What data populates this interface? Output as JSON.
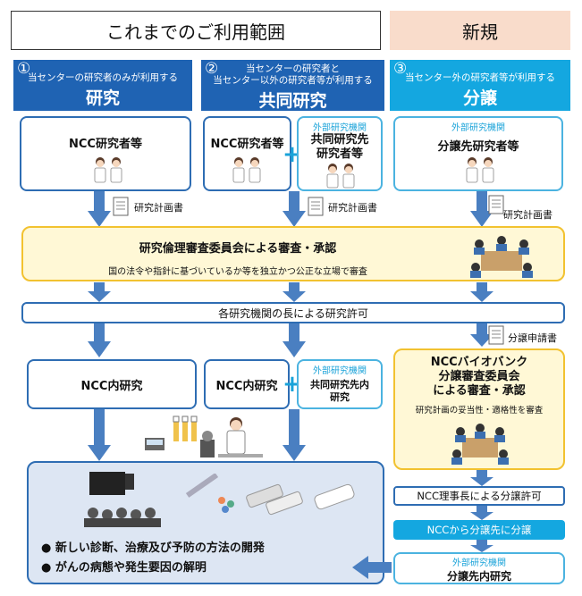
{
  "header": {
    "current_scope": "これまでのご利用範囲",
    "new_label": "新規"
  },
  "columns": [
    {
      "num": "①",
      "sub": "当センターの研究者のみが利用する",
      "title": "研究",
      "color": "#1f63b3"
    },
    {
      "num": "②",
      "sub1": "当センターの研究者と",
      "sub2": "当センター以外の研究者等が利用する",
      "title": "共同研究",
      "color": "#1f63b3"
    },
    {
      "num": "③",
      "sub": "当センター外の研究者等が利用する",
      "title": "分譲",
      "color": "#14a7e0"
    }
  ],
  "researchers": {
    "col1": "NCC研究者等",
    "col2": "NCC研究者等",
    "col2_ext_label": "外部研究機関",
    "col2_ext_line1": "共同研究先",
    "col2_ext_line2": "研究者等",
    "col3_ext_label": "外部研究機関",
    "col3": "分譲先研究者等"
  },
  "docs": {
    "plan": "研究計画書",
    "application": "分譲申請書"
  },
  "ethics": {
    "title": "研究倫理審査委員会による審査・承認",
    "desc": "国の法令や指針に基づいているか等を独立かつ公正な立場で審査"
  },
  "permission": "各研究機関の長による研究許可",
  "internal": {
    "col1": "NCC内研究",
    "col2": "NCC内研究",
    "col2_ext_label": "外部研究機関",
    "col2_ext_line1": "共同研究先内",
    "col2_ext_line2": "研究"
  },
  "biobank": {
    "line1": "NCCバイオバンク",
    "line2": "分譲審査委員会",
    "line3": "による審査・承認",
    "desc": "研究計画の妥当性・適格性を審査"
  },
  "distribution_steps": {
    "permit": "NCC理事長による分譲許可",
    "distribute": "NCCから分譲先に分譲",
    "dest_label": "外部研究機関",
    "dest": "分譲先内研究"
  },
  "outcomes": [
    "新しい診断、治療及び予防の方法の開発",
    "がんの病態や発生要因の解明"
  ],
  "colors": {
    "dark_blue": "#1f63b3",
    "light_blue": "#14a7e0",
    "arrow": "#4a7fc1",
    "yellow_bg": "#fff8d6",
    "yellow_border": "#f2c230",
    "outcome_bg": "#dde6f3"
  }
}
